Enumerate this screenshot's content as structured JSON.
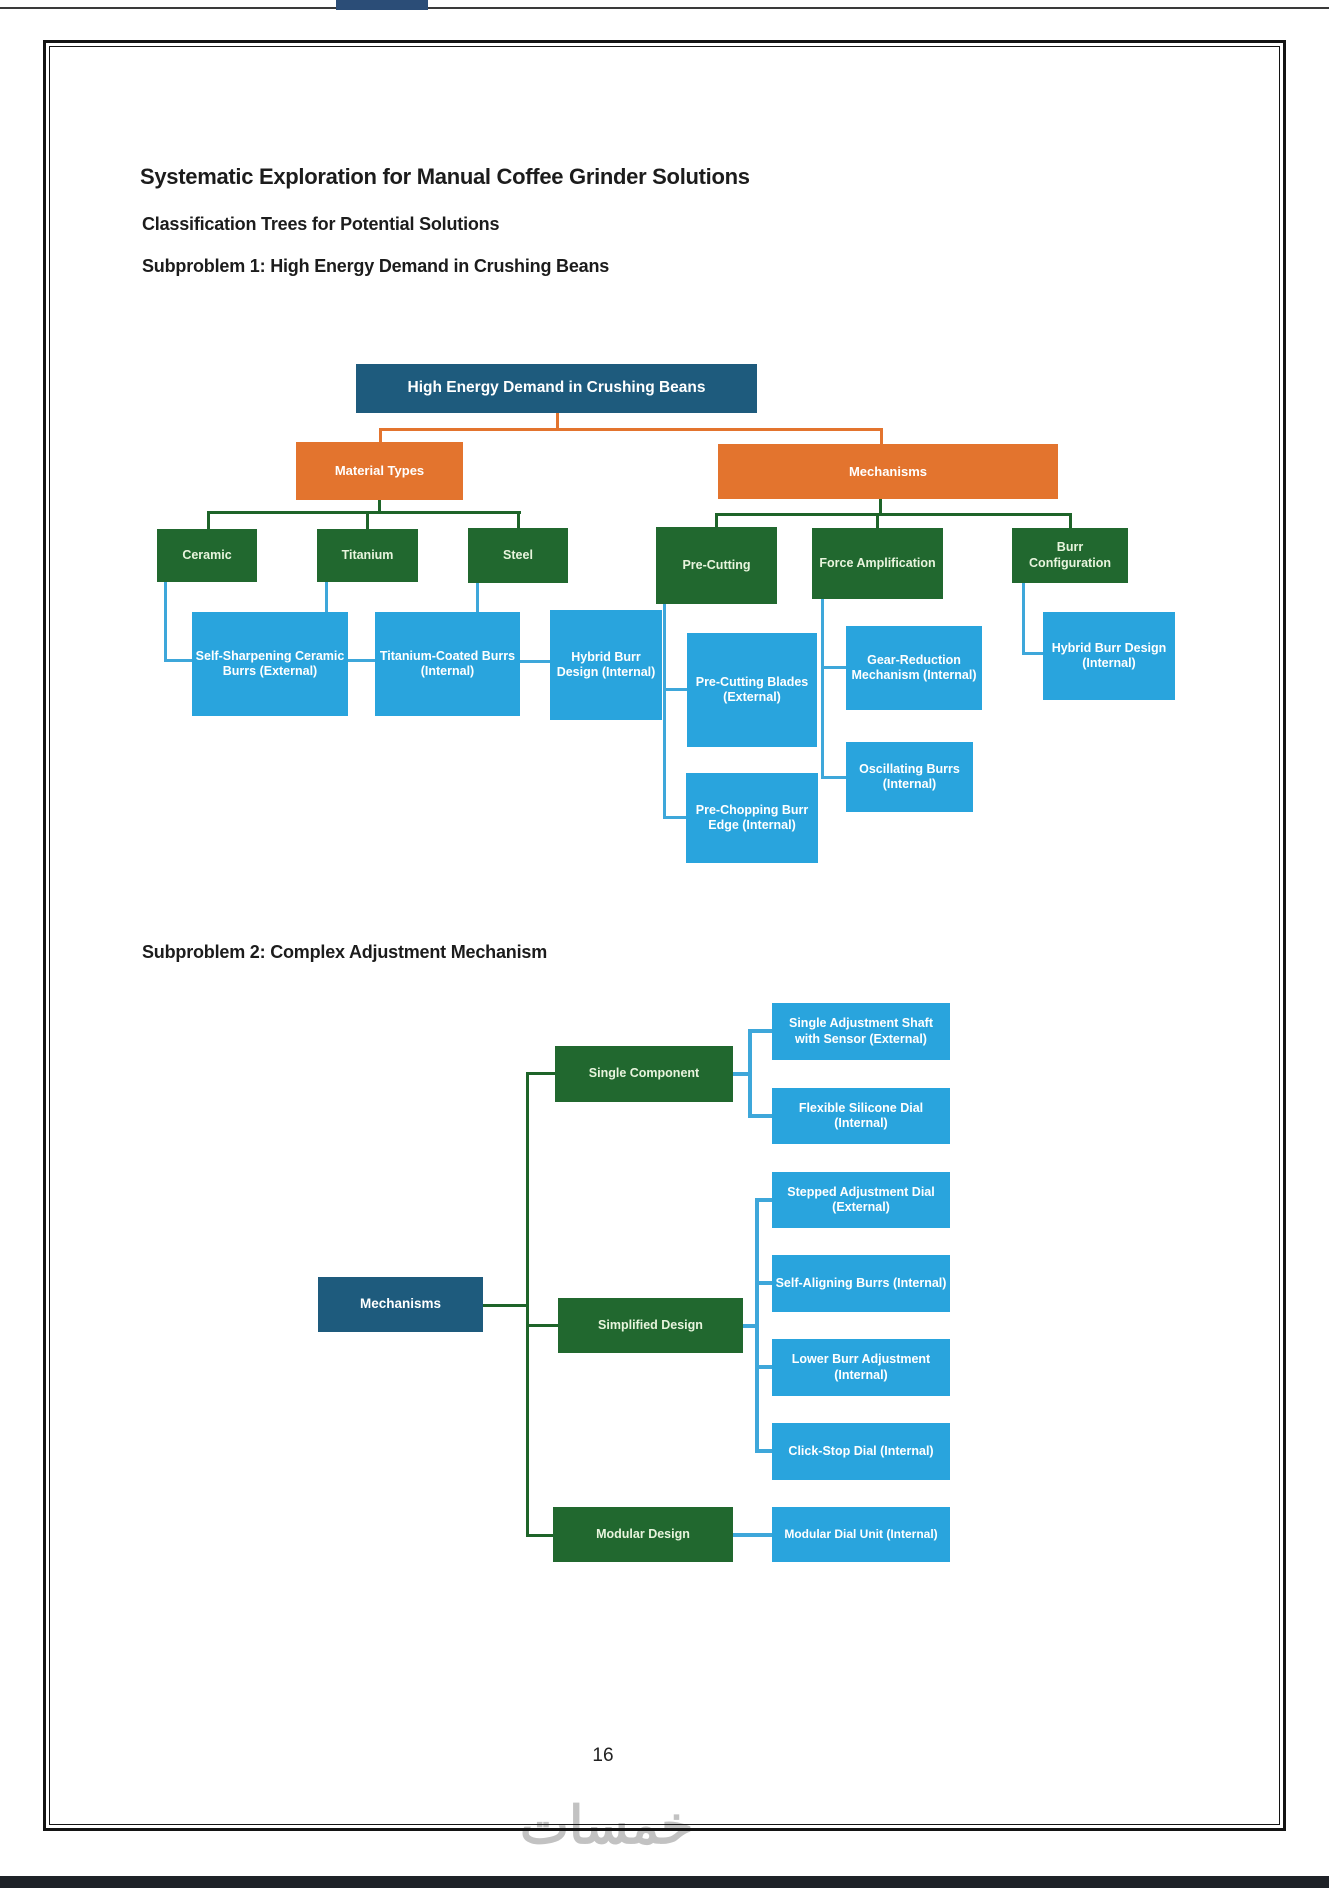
{
  "page": {
    "title": "Systematic Exploration for Manual Coffee Grinder Solutions",
    "section_heading": "Classification Trees for Potential Solutions",
    "subproblem1_heading": "Subproblem 1: High Energy Demand in Crushing Beans",
    "subproblem2_heading": "Subproblem 2: Complex Adjustment Mechanism",
    "page_number": "16",
    "watermark_text": "خمسات"
  },
  "colors": {
    "root_node": "#1e5b7d",
    "category_node": "#e3742e",
    "branch_node": "#21682f",
    "leaf_node": "#29a4dd",
    "green_connector": "#1e6429",
    "blue_connector": "#3ea7da"
  },
  "tree1": {
    "root": "High Energy Demand in Crushing Beans",
    "branches": [
      {
        "label": "Material Types"
      },
      {
        "label": "Mechanisms"
      }
    ],
    "categories": [
      {
        "label": "Ceramic"
      },
      {
        "label": "Titanium"
      },
      {
        "label": "Steel"
      },
      {
        "label": "Pre-Cutting"
      },
      {
        "label": "Force Amplification"
      },
      {
        "label": "Burr Configuration"
      }
    ],
    "leaves": [
      {
        "label": "Self-Sharpening Ceramic Burrs (External)"
      },
      {
        "label": "Titanium-Coated Burrs (Internal)"
      },
      {
        "label": "Hybrid Burr Design (Internal)"
      },
      {
        "label": "Pre-Cutting Blades (External)"
      },
      {
        "label": "Pre-Chopping Burr Edge (Internal)"
      },
      {
        "label": "Gear-Reduction Mechanism (Internal)"
      },
      {
        "label": "Oscillating Burrs (Internal)"
      },
      {
        "label": "Hybrid Burr Design (Internal)"
      }
    ]
  },
  "tree2": {
    "root": "Mechanisms",
    "branches": [
      {
        "label": "Single Component"
      },
      {
        "label": "Simplified Design"
      },
      {
        "label": "Modular Design"
      }
    ],
    "leaves": [
      {
        "label": "Single Adjustment Shaft with Sensor (External)"
      },
      {
        "label": "Flexible Silicone Dial (Internal)"
      },
      {
        "label": "Stepped Adjustment Dial (External)"
      },
      {
        "label": "Self-Aligning Burrs (Internal)"
      },
      {
        "label": "Lower Burr Adjustment (Internal)"
      },
      {
        "label": "Click-Stop Dial (Internal)"
      },
      {
        "label": "Modular Dial Unit (Internal)"
      }
    ]
  }
}
